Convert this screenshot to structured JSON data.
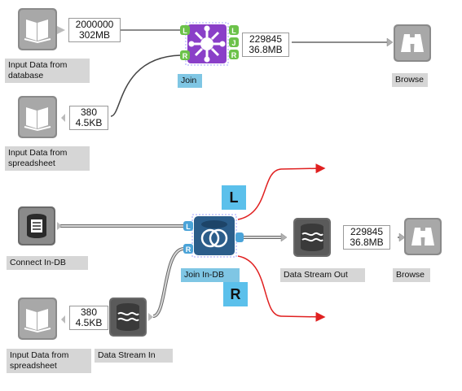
{
  "top_workflow": {
    "input_db": {
      "label": "Input Data from database",
      "badge": [
        "2000000",
        "302MB"
      ]
    },
    "input_ss": {
      "label": "Input Data from spreadsheet",
      "badge": [
        "380",
        "4.5KB"
      ]
    },
    "join": {
      "label": "Join",
      "anchors": [
        "L",
        "J",
        "R"
      ],
      "output": [
        "229845",
        "36.8MB"
      ]
    },
    "browse": {
      "label": "Browse"
    }
  },
  "bottom_workflow": {
    "connect": {
      "label": "Connect In-DB"
    },
    "input_ss": {
      "label": "Input Data from spreadsheet",
      "badge": [
        "380",
        "4.5KB"
      ]
    },
    "stream_in": {
      "label": "Data Stream In"
    },
    "join_indb": {
      "label": "Join In-DB",
      "anchors": [
        "L",
        "R"
      ]
    },
    "stream_out": {
      "label": "Data Stream Out",
      "badge": [
        "229845",
        "36.8MB"
      ]
    },
    "browse": {
      "label": "Browse"
    }
  },
  "callouts": {
    "left": "L",
    "right": "R"
  },
  "colors": {
    "join_purple": "#8a3fc8",
    "indb_blue": "#2b5d8a",
    "anchor_green": "#6cc24a",
    "anchor_blue": "#4aa3d8",
    "arrow_red": "#e02020",
    "label_selected": "#7fc6e4"
  }
}
